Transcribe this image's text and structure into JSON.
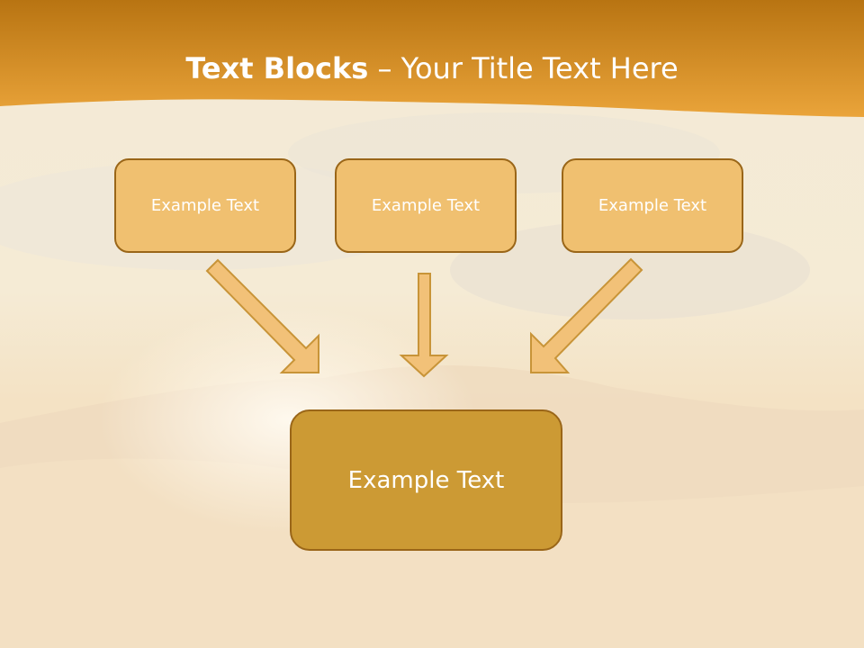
{
  "slide": {
    "title_bold": "Text Blocks",
    "title_separator": " – ",
    "title_rest": "Your Title Text Here",
    "blocks": [
      "Example Text",
      "Example Text",
      "Example Text"
    ],
    "result": "Example Text"
  },
  "colors": {
    "header": "#e8a032",
    "block_fill": "#f0c070",
    "result_fill": "#cc9a34",
    "outline": "#9a6618"
  }
}
